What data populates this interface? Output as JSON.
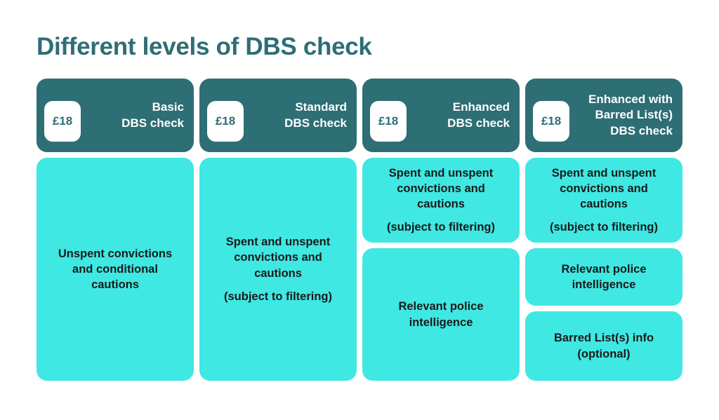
{
  "title": "Different levels of DBS check",
  "colors": {
    "teal": "#2e6e75",
    "turquoise": "#3fe8e2",
    "white": "#ffffff",
    "text_dark": "#1a1a1a",
    "page_bg": "#ffffff"
  },
  "columns": [
    {
      "name": "Basic\nDBS check",
      "price": "£18",
      "cards": [
        {
          "text": "Unspent convictions\nand conditional\ncautions"
        }
      ]
    },
    {
      "name": "Standard\nDBS check",
      "price": "£18",
      "cards": [
        {
          "text": "Spent and unspent\nconvictions and\ncautions",
          "note": "(subject to filtering)"
        }
      ]
    },
    {
      "name": "Enhanced\nDBS check",
      "price": "£18",
      "cards": [
        {
          "text": "Spent and unspent\nconvictions and\ncautions",
          "note": "(subject to filtering)"
        },
        {
          "text": "Relevant police\nintelligence"
        }
      ]
    },
    {
      "name": "Enhanced with\nBarred List(s)\nDBS check",
      "price": "£18",
      "cards": [
        {
          "text": "Spent and unspent\nconvictions and\ncautions",
          "note": "(subject to filtering)"
        },
        {
          "text": "Relevant police\nintelligence"
        },
        {
          "text": "Barred List(s) info\n(optional)"
        }
      ]
    }
  ]
}
